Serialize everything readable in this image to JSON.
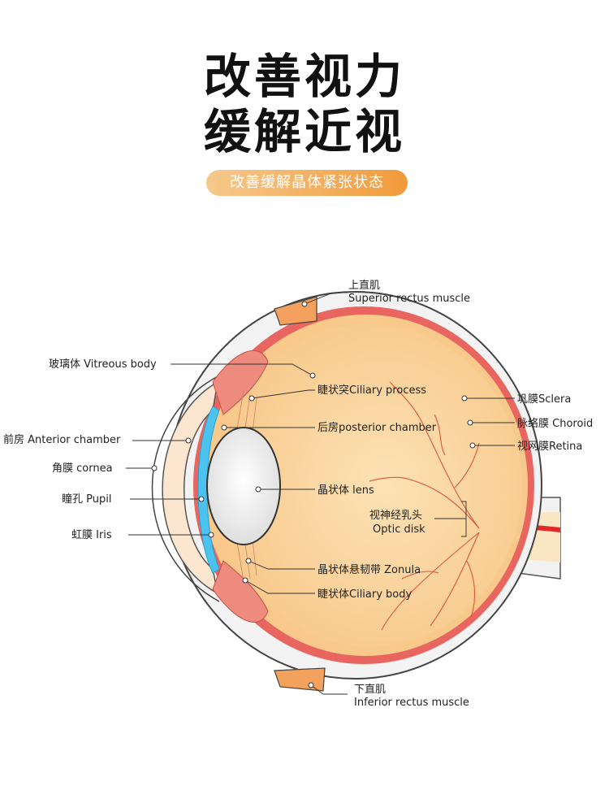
{
  "header": {
    "title_line1": "改善视力",
    "title_line2": "缓解近视",
    "badge": "改善缓解晶体紧张状态"
  },
  "labels": {
    "superior_zh": "上直肌",
    "superior_en": "Superior rectus muscle",
    "vitreous": "玻璃体 Vitreous body",
    "ciliary_process": "睫状突Ciliary process",
    "sclera": "巩膜Sclera",
    "choroid": "脉络膜 Choroid",
    "retina": "视网膜Retina",
    "anterior_chamber": "前房 Anterior chamber",
    "posterior_chamber": "后房posterior chamber",
    "cornea": "角膜 cornea",
    "pupil": "瞳孔 Pupil",
    "lens": "晶状体 lens",
    "iris": "虹膜 Iris",
    "optic_zh": "视神经乳头",
    "optic_en": "Optic disk",
    "zonula": "晶状体悬韧带 Zonula",
    "ciliary_body": "睫状体Ciliary body",
    "inferior_zh": "下直肌",
    "inferior_en": "Inferior rectus muscle"
  },
  "colors": {
    "vitreous": "#fbd9a6",
    "retina": "#f9c98c",
    "choroid": "#e8665f",
    "sclera": "#f3f3f3",
    "cornea": "#fde6cf",
    "iris_blue": "#4cc3ef",
    "nerve_red": "#e02a2a"
  }
}
